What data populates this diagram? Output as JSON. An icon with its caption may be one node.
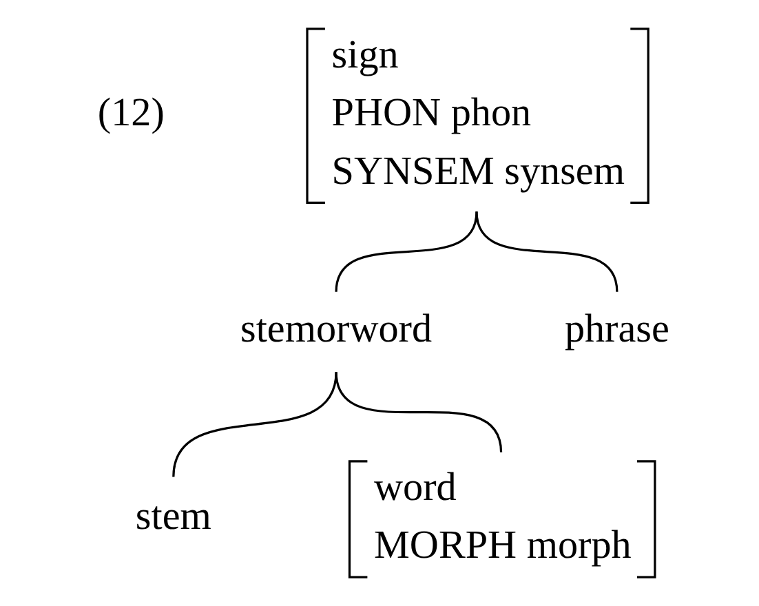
{
  "diagram": {
    "nodes": [
      {
        "text": [
          "sign",
          "PHON phon",
          "SYNSEM synsem"
        ]
      },
      {
        "text": [
          "stemorword"
        ]
      },
      {
        "text": [
          "phrase"
        ]
      },
      {
        "text": [
          "stem"
        ]
      },
      {
        "text": [
          "word",
          "MORPH morph"
        ]
      }
    ],
    "edges": [
      {
        "from": 0,
        "to": 1,
        "arrow": "none"
      },
      {
        "from": 0,
        "to": 2,
        "arrow": "none"
      },
      {
        "from": 1,
        "to": 3,
        "arrow": "none"
      },
      {
        "from": 1,
        "to": 4,
        "arrow": "none"
      }
    ],
    "labels": [
      "(12)"
    ]
  }
}
